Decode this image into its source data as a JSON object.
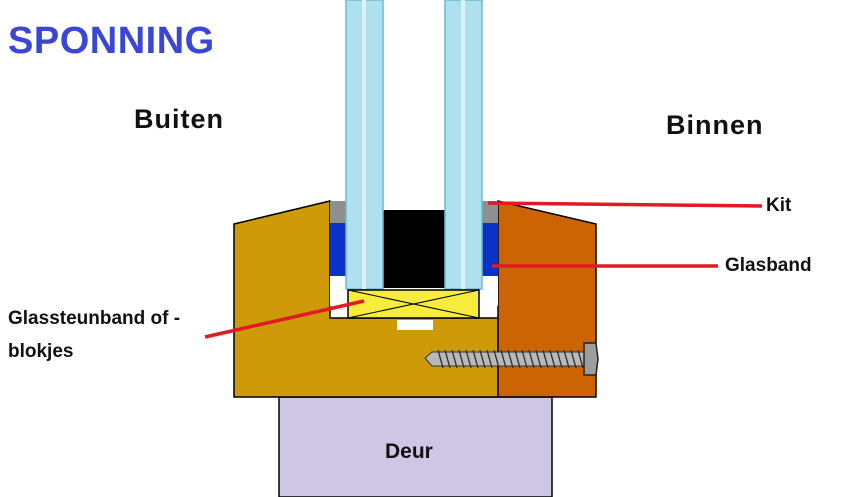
{
  "title": "SPONNING",
  "labels": {
    "outside": "Buiten",
    "inside": "Binnen",
    "sealant": "Kit",
    "glazing_tape": "Glasband",
    "setting_block_line1": "Glassteunband of -",
    "setting_block_line2": "blokjes",
    "door": "Deur"
  },
  "colors": {
    "title": "#3a47d5",
    "wood_outside": "#cf9a08",
    "wood_inside": "#cc6404",
    "door": "#cdc6e4",
    "glass": "#aee0ee",
    "glazing_tape": "#0a32c8",
    "sealant": "#8f8f8f",
    "spacer": "#000000",
    "setting_block": "#f7ec3c",
    "leader_line": "#e01b24"
  }
}
